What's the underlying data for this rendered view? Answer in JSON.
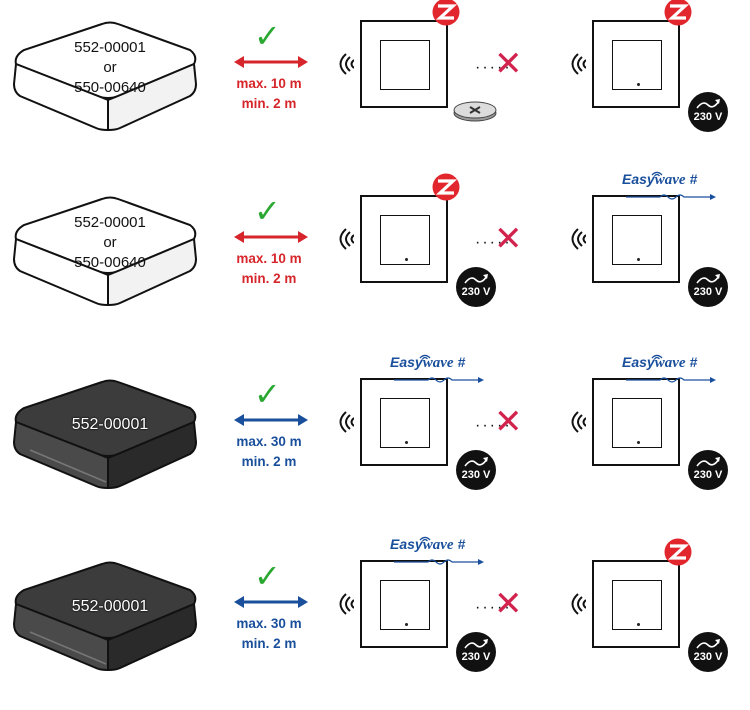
{
  "colors": {
    "zigbee": "#e1262d",
    "easywave": "#1a4f9c",
    "ok": "#2aa832",
    "fail": "#d2234e",
    "red_arrow": "#d6262b",
    "blue_arrow": "#1a4f9c"
  },
  "rows": [
    {
      "gateway": {
        "style": "white",
        "lines": [
          "552-00001",
          "or",
          "550-00640"
        ]
      },
      "range": {
        "max": "max. 10 m",
        "min": "min. 2 m",
        "color": "red"
      },
      "left_device": {
        "protocol": "zigbee",
        "power": "battery",
        "led": false
      },
      "right_device": {
        "protocol": "zigbee",
        "power": "230 V",
        "led": true
      }
    },
    {
      "gateway": {
        "style": "white",
        "lines": [
          "552-00001",
          "or",
          "550-00640"
        ]
      },
      "range": {
        "max": "max. 10 m",
        "min": "min. 2 m",
        "color": "red"
      },
      "left_device": {
        "protocol": "zigbee",
        "power": "230 V",
        "led": true
      },
      "right_device": {
        "protocol": "easywave",
        "power": "230 V",
        "led": true
      }
    },
    {
      "gateway": {
        "style": "black",
        "lines": [
          "552-00001"
        ]
      },
      "range": {
        "max": "max. 30 m",
        "min": "min. 2 m",
        "color": "blue"
      },
      "left_device": {
        "protocol": "easywave",
        "power": "230 V",
        "led": true
      },
      "right_device": {
        "protocol": "easywave",
        "power": "230 V",
        "led": true
      }
    },
    {
      "gateway": {
        "style": "black",
        "lines": [
          "552-00001"
        ]
      },
      "range": {
        "max": "max. 30 m",
        "min": "min. 2 m",
        "color": "blue"
      },
      "left_device": {
        "protocol": "easywave",
        "power": "230 V",
        "led": true
      },
      "right_device": {
        "protocol": "zigbee",
        "power": "230 V",
        "led": true
      }
    }
  ],
  "labels": {
    "v230": "230 V",
    "easywave_a": "Easy",
    "easywave_b": "wave",
    "easywave_c": "#",
    "check_glyph": "✓",
    "cross_glyph": "✕",
    "dots": "·····"
  }
}
